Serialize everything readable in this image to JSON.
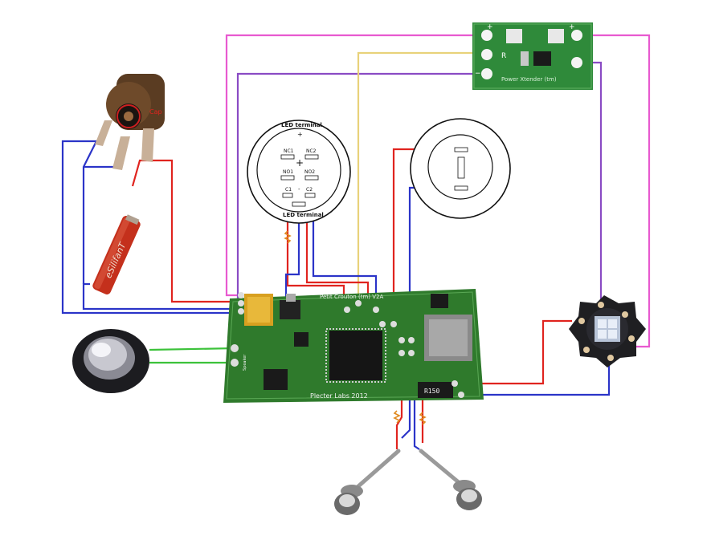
{
  "labels": {
    "cap": "Cap",
    "battery": "eSilifanT",
    "led_terminal_top": "LED terminal",
    "led_terminal_bottom": "LED terminal",
    "plus": "+",
    "minus": "-",
    "nc1": "NC1",
    "nc2": "NC2",
    "no1": "NO1",
    "no2": "NO2",
    "c1": "C1",
    "c2": "C2",
    "board_title": "Petit Crouton (tm) V2A",
    "board_maker": "Plecter Labs 2012",
    "speaker_label": "Speaker",
    "resistor_code": "R150",
    "xtender_title": "Power Xtender (tm)",
    "xtender_plus_left": "+",
    "xtender_plus_right": "+",
    "xtender_r": "R",
    "xtender_minus": "−"
  },
  "colors": {
    "red": "#e0241f",
    "blue": "#2b34c8",
    "pink": "#e85ad0",
    "purple": "#8a4bc4",
    "yellow": "#e8d27a",
    "green": "#3cc23a",
    "board": "#2f7a2c",
    "xtender_board": "#2f8a3a"
  }
}
